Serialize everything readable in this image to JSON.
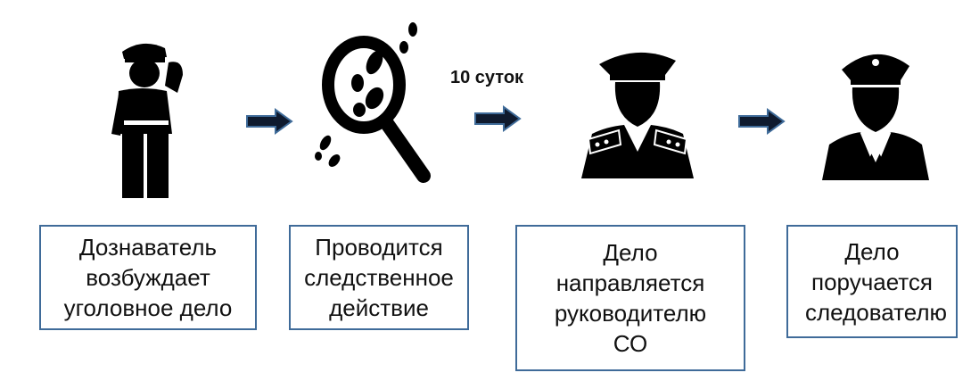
{
  "steps": [
    {
      "text": "Дознаватель возбуждает уголовное дело",
      "icon": "police-officer-saluting-icon"
    },
    {
      "text": "Проводится следственное действие",
      "icon": "magnifier-footprints-icon"
    },
    {
      "text": "Дело направляется руководителю СО",
      "icon": "officer-with-epaulettes-icon"
    },
    {
      "text": "Дело поручается следователю",
      "icon": "investigator-icon"
    }
  ],
  "deadline_label": "10 суток",
  "colors": {
    "box_border": "#3f6b99",
    "arrow_fill": "#0f1a2e",
    "arrow_stroke": "#3f6b99"
  }
}
